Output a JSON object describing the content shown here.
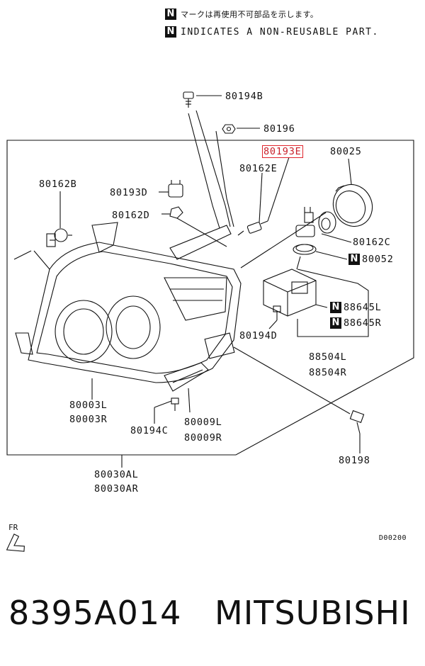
{
  "notes": {
    "badge": "N",
    "japanese": "マークは再使用不可部品を示します。",
    "english": "INDICATES A NON-REUSABLE PART."
  },
  "labels": {
    "p80194B": "80194B",
    "p80196": "80196",
    "p80193E": "80193E",
    "p80025": "80025",
    "p80162E": "80162E",
    "p80162B": "80162B",
    "p80193D": "80193D",
    "p80162D": "80162D",
    "p80162C": "80162C",
    "p80052": "80052",
    "p88645L": "88645L",
    "p88645R": "88645R",
    "p80194D": "80194D",
    "p88504L": "88504L",
    "p88504R": "88504R",
    "p80003L": "80003L",
    "p80003R": "80003R",
    "p80194C": "80194C",
    "p80009L": "80009L",
    "p80009R": "80009R",
    "p80198": "80198",
    "p80030AL": "80030AL",
    "p80030AR": "80030AR"
  },
  "fr_label": "FR",
  "drawing_code": "D00200",
  "footer": {
    "part_number": "8395A014",
    "brand": "MITSUBISHI"
  },
  "colors": {
    "line": "#111111",
    "highlight": "#e0242c",
    "background": "#ffffff"
  }
}
